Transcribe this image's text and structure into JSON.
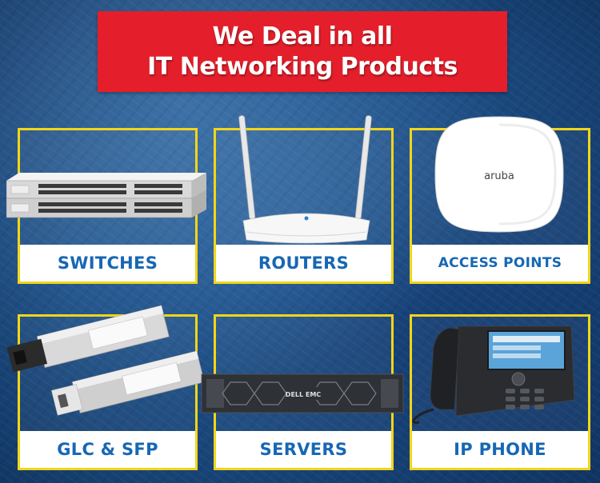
{
  "title": {
    "line1": "We Deal in all",
    "line2": "IT Networking Products"
  },
  "products": [
    {
      "label": "SWITCHES",
      "icon": "network-switch-icon"
    },
    {
      "label": "ROUTERS",
      "icon": "wifi-router-icon"
    },
    {
      "label": "ACCESS POINTS",
      "icon": "access-point-icon",
      "brand": "aruba"
    },
    {
      "label": "GLC & SFP",
      "icon": "sfp-module-icon"
    },
    {
      "label": "SERVERS",
      "icon": "rack-server-icon",
      "brand": "DELL EMC"
    },
    {
      "label": "IP PHONE",
      "icon": "ip-phone-icon"
    }
  ],
  "colors": {
    "background": "#1d4f86",
    "banner": "#e41f2b",
    "frame": "#f2d51a",
    "label_text": "#1767b4"
  }
}
